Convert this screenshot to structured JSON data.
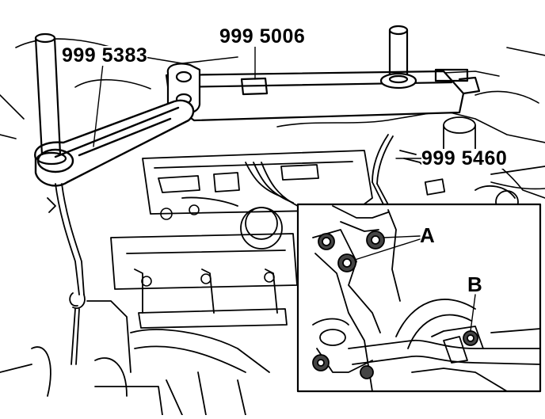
{
  "callouts": {
    "tool_left": "999 5383",
    "tool_center": "999 5006",
    "tool_right": "999 5460",
    "point_a": "A",
    "point_b": "B"
  },
  "colors": {
    "ink": "#000000",
    "paper": "#ffffff"
  }
}
